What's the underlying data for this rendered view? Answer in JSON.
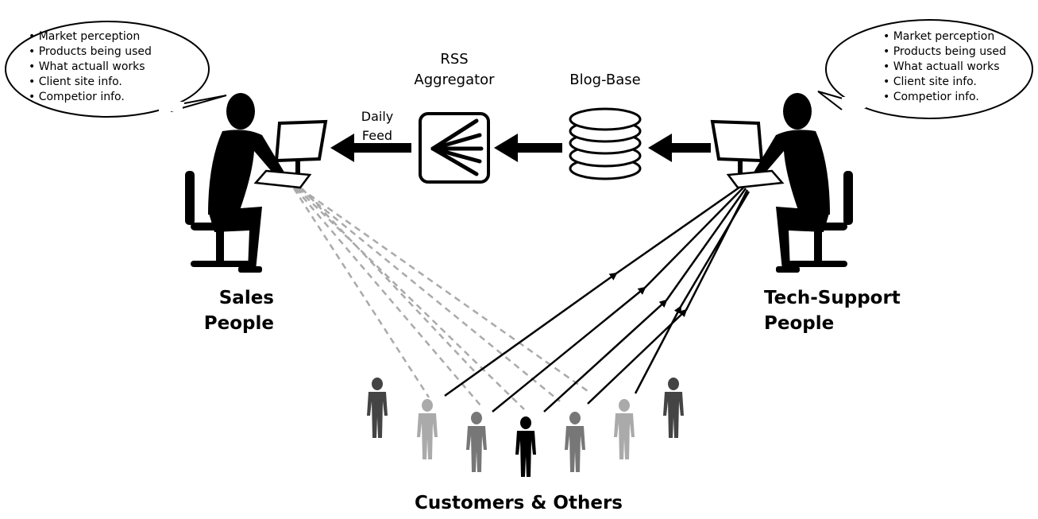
{
  "left_bubble": {
    "items": [
      "• Market perception",
      "• Products being used",
      "• What actuall works",
      "• Client site info.",
      "• Competior info."
    ]
  },
  "right_bubble": {
    "items": [
      "• Market perception",
      "• Products being used",
      "• What actuall works",
      "• Client site info.",
      "• Competior info."
    ]
  },
  "rss_label": {
    "line1": "RSS",
    "line2": "Aggregator"
  },
  "blog_label": "Blog-Base",
  "feed_label": {
    "line1": "Daily",
    "line2": "Feed"
  },
  "sales_label": {
    "line1": "Sales",
    "line2": "People"
  },
  "tech_label": {
    "line1": "Tech-Support",
    "line2": "People"
  },
  "customers_label": "Customers & Others",
  "colors": {
    "ink": "#000000",
    "dashed": "#aaaaaa",
    "person_dark": "#444444",
    "person_mid": "#777777",
    "person_light": "#aaaaaa"
  }
}
